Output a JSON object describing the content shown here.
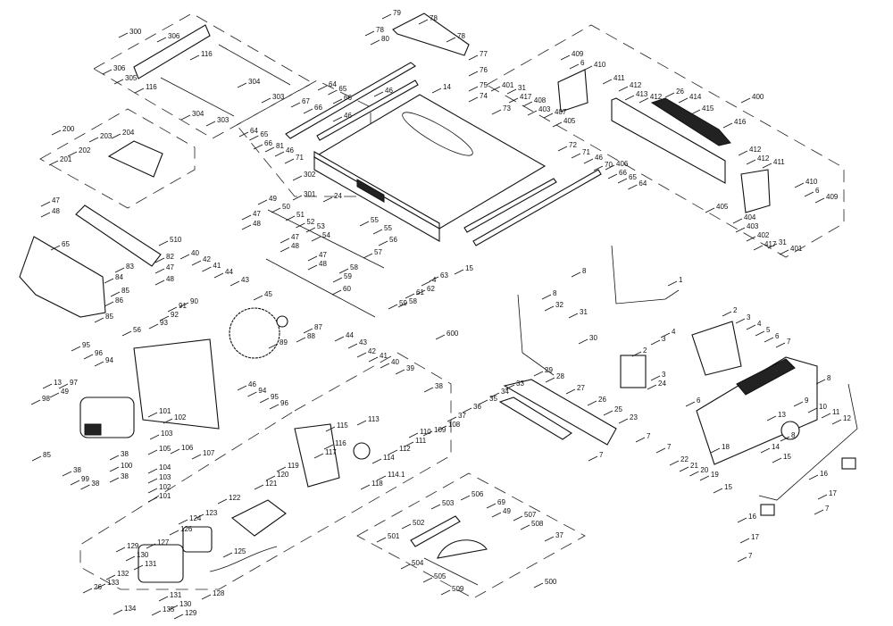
{
  "diagram": {
    "title": "Table saw exploded parts diagram",
    "part_labels": [
      "300",
      "306",
      "306",
      "305",
      "116",
      "116",
      "304",
      "304",
      "303",
      "303",
      "200",
      "203",
      "204",
      "202",
      "201",
      "79",
      "78",
      "78",
      "80",
      "78",
      "77",
      "76",
      "75",
      "74",
      "73",
      "72",
      "71",
      "46",
      "70",
      "66",
      "65",
      "64",
      "67",
      "64",
      "65",
      "66",
      "66",
      "46",
      "46",
      "64",
      "65",
      "66",
      "81",
      "46",
      "71",
      "14",
      "302",
      "301",
      "24",
      "55",
      "55",
      "409",
      "6",
      "410",
      "401",
      "31",
      "417",
      "408",
      "403",
      "407",
      "405",
      "411",
      "412",
      "413",
      "412",
      "26",
      "414",
      "415",
      "416",
      "400",
      "412",
      "412",
      "411",
      "406",
      "405",
      "404",
      "403",
      "410",
      "6",
      "409",
      "402",
      "417",
      "31",
      "401",
      "49",
      "50",
      "51",
      "52",
      "53",
      "54",
      "47",
      "48",
      "47",
      "48",
      "47",
      "48",
      "40",
      "42",
      "41",
      "44",
      "43",
      "45",
      "56",
      "57",
      "58",
      "59",
      "60",
      "61",
      "62",
      "4",
      "63",
      "15",
      "58",
      "59",
      "510",
      "47",
      "48",
      "65",
      "82",
      "47",
      "48",
      "83",
      "84",
      "85",
      "86",
      "85",
      "90",
      "91",
      "92",
      "93",
      "95",
      "96",
      "94",
      "56",
      "89",
      "88",
      "87",
      "97",
      "49",
      "13",
      "98",
      "85",
      "46",
      "94",
      "95",
      "96",
      "101",
      "102",
      "103",
      "105",
      "106",
      "107",
      "38",
      "100",
      "104",
      "99",
      "38",
      "38",
      "38",
      "103",
      "102",
      "101",
      "44",
      "43",
      "42",
      "41",
      "40",
      "600",
      "39",
      "38",
      "37",
      "115",
      "113",
      "116",
      "117",
      "119",
      "118",
      "114",
      "114.1",
      "112",
      "111",
      "110",
      "109",
      "108",
      "120",
      "121",
      "122",
      "123",
      "124",
      "125",
      "126",
      "127",
      "129",
      "130",
      "131",
      "132",
      "133",
      "26",
      "134",
      "135",
      "131",
      "130",
      "129",
      "128",
      "506",
      "69",
      "49",
      "507",
      "508",
      "503",
      "502",
      "501",
      "504",
      "505",
      "509",
      "37",
      "500",
      "1",
      "8",
      "8",
      "32",
      "31",
      "30",
      "29",
      "28",
      "27",
      "26",
      "25",
      "23",
      "33",
      "34",
      "35",
      "36",
      "7",
      "2",
      "3",
      "4",
      "5",
      "6",
      "7",
      "4",
      "3",
      "2",
      "3",
      "24",
      "6",
      "7",
      "7",
      "22",
      "21",
      "20",
      "19",
      "15",
      "9",
      "10",
      "11",
      "12",
      "13",
      "14",
      "15",
      "18",
      "8",
      "8",
      "16",
      "17",
      "7",
      "16",
      "17",
      "7"
    ]
  }
}
